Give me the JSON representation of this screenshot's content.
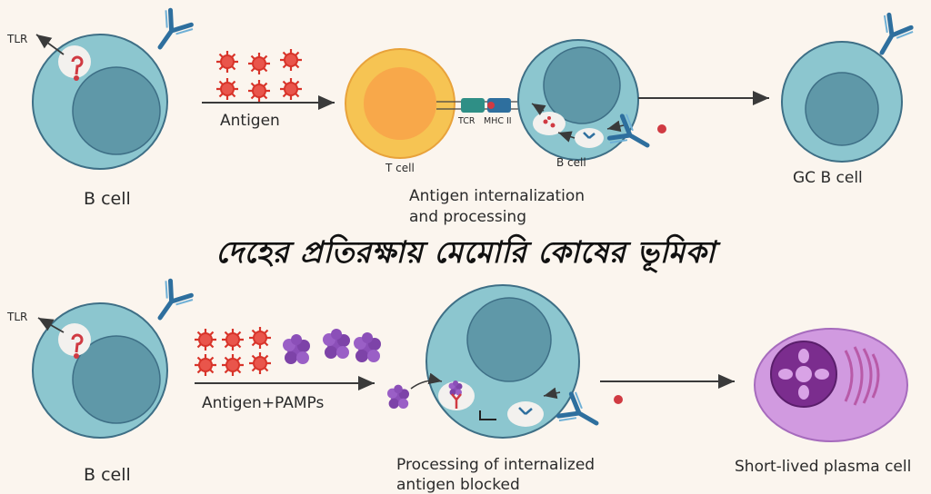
{
  "title": "দেহের প্রতিরক্ষায় মেমোরি কোষের ভূমিকা",
  "top_panel": {
    "tlr_label": "TLR",
    "bcell_label": "B cell",
    "antigen_label": "Antigen",
    "tcell_label": "T cell",
    "tcr_label": "TCR",
    "mhc_label": "MHC II",
    "bcell_small_label": "B cell",
    "process_label_line1": "Antigen internalization",
    "process_label_line2": "and processing",
    "gc_label": "GC B cell"
  },
  "bottom_panel": {
    "tlr_label": "TLR",
    "bcell_label": "B cell",
    "antigen_label": "Antigen+PAMPs",
    "blocked_label_line1": "Processing of internalized",
    "blocked_label_line2": "antigen blocked",
    "plasma_label": "Short-lived plasma cell"
  },
  "colors": {
    "background": "#fbf5ee",
    "bcell_membrane": "#8cc6cf",
    "bcell_nucleus": "#5f98a8",
    "tcell_outer": "#f6c453",
    "tcell_inner": "#f8a84a",
    "antibody": "#2e6f9e",
    "antigen_red": "#d8342a",
    "pamp_purple": "#8b4fb8",
    "plasma_cell": "#d19ae0"
  }
}
